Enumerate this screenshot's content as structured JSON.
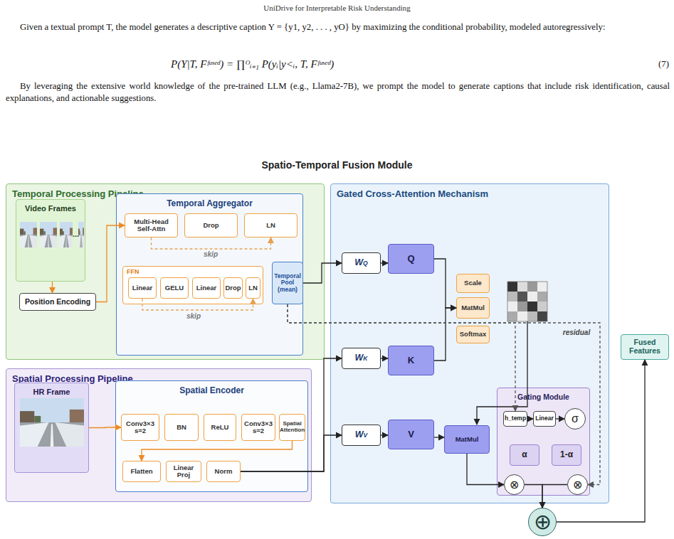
{
  "diagram": {
    "title": "Spatio-Temporal Fusion Module",
    "nodes": [
      {
        "text": [
          "Temporal Processing Pipeline"
        ]
      },
      {
        "text": [
          "Video Frames"
        ],
        "in": 0
      },
      {
        "text": [
          "Position Encoding"
        ],
        "in": 0
      },
      {
        "text": [
          "Temporal Aggregator"
        ],
        "in": 0
      },
      {
        "text": [
          "Multi-Head Self-Attn"
        ],
        "in": 3
      },
      {
        "text": [
          "Drop"
        ],
        "in": 3
      },
      {
        "text": [
          "LN"
        ],
        "in": 3
      },
      {
        "text": [
          "FFN"
        ],
        "in": 3
      },
      {
        "text": [
          "Linear"
        ],
        "in": 7
      },
      {
        "text": [
          "GELU"
        ],
        "in": 7
      },
      {
        "text": [
          "Linear"
        ],
        "in": 7
      },
      {
        "text": [
          "Drop"
        ],
        "in": 7
      },
      {
        "text": [
          "LN"
        ],
        "in": 7
      },
      {
        "text": [
          "Temporal Pool (mean)"
        ],
        "in": 3
      },
      {
        "text": [
          "Spatial Processing Pipeline"
        ]
      },
      {
        "text": [
          "HR Frame"
        ],
        "in": 14
      },
      {
        "text": [
          "Spatial Encoder"
        ],
        "in": 14
      },
      {
        "text": [
          "Conv3×3 s=2"
        ],
        "in": 16
      },
      {
        "text": [
          "BN"
        ],
        "in": 16
      },
      {
        "text": [
          "ReLU"
        ],
        "in": 16
      },
      {
        "text": [
          "Conv3×3 s=2"
        ],
        "in": 16
      },
      {
        "text": [
          "Spatial Attention"
        ],
        "in": 16
      },
      {
        "text": [
          "Flatten"
        ],
        "in": 16
      },
      {
        "text": [
          "Linear Proj"
        ],
        "in": 16
      },
      {
        "text": [
          "Norm"
        ],
        "in": 16
      },
      {
        "text": [
          "Gated Cross-Attention Mechanism"
        ]
      },
      {
        "text": [
          "WQ"
        ],
        "in": 25
      },
      {
        "text": [
          "Q"
        ],
        "in": 25
      },
      {
        "text": [
          "WK"
        ],
        "in": 25
      },
      {
        "text": [
          "K"
        ],
        "in": 25
      },
      {
        "text": [
          "WV"
        ],
        "in": 25
      },
      {
        "text": [
          "V"
        ],
        "in": 25
      },
      {
        "text": [
          "Scale"
        ],
        "in": 25
      },
      {
        "text": [
          "MatMul"
        ],
        "in": 25
      },
      {
        "text": [
          "Softmax"
        ],
        "in": 25
      },
      {
        "text": [
          "MatMul"
        ],
        "in": 25
      },
      {
        "text": [
          "Gating Module"
        ],
        "in": 25
      },
      {
        "text": [
          "h_temp"
        ],
        "in": 36
      },
      {
        "text": [
          "Linear"
        ],
        "in": 36
      },
      {
        "text": [
          "σ"
        ],
        "in": 36
      },
      {
        "text": [
          "α"
        ],
        "in": 36
      },
      {
        "text": [
          "1-α"
        ],
        "in": 36
      },
      {
        "text": [
          "⊗"
        ],
        "in": 36
      },
      {
        "text": [
          "⊗"
        ],
        "in": 36
      },
      {
        "text": [
          "⊕"
        ]
      },
      {
        "text": [
          "Fused Features"
        ]
      }
    ],
    "edges": [
      {
        "from": 1,
        "to": 2,
        "arrow": "to"
      },
      {
        "from": 2,
        "to": 4,
        "arrow": "to"
      },
      {
        "from": 4,
        "to": 6,
        "arrow": "to",
        "label": "skip"
      },
      {
        "from": 8,
        "to": 12,
        "arrow": "to",
        "label": "skip"
      },
      {
        "from": 13,
        "to": 26,
        "arrow": "to"
      },
      {
        "from": 15,
        "to": 17,
        "arrow": "to"
      },
      {
        "from": 21,
        "to": 22,
        "arrow": "to"
      },
      {
        "from": 24,
        "to": 28,
        "arrow": "to"
      },
      {
        "from": 24,
        "to": 30,
        "arrow": "to"
      },
      {
        "from": 26,
        "to": 27,
        "arrow": "to"
      },
      {
        "from": 28,
        "to": 29,
        "arrow": "to"
      },
      {
        "from": 30,
        "to": 31,
        "arrow": "to"
      },
      {
        "from": 27,
        "to": 33,
        "arrow": "to"
      },
      {
        "from": 29,
        "to": 33,
        "arrow": "to"
      },
      {
        "from": 31,
        "to": 35,
        "arrow": "to"
      },
      {
        "from": 13,
        "to": 37,
        "arrow": "to"
      },
      {
        "from": 13,
        "to": 43,
        "arrow": "to",
        "label": "residual"
      },
      {
        "from": 35,
        "to": 42,
        "arrow": "to"
      },
      {
        "from": 37,
        "to": 38,
        "arrow": "to"
      },
      {
        "from": 38,
        "to": 39,
        "arrow": "to"
      },
      {
        "from": 42,
        "to": 44,
        "arrow": "to"
      },
      {
        "from": 43,
        "to": 44,
        "arrow": "to"
      },
      {
        "from": 44,
        "to": 45,
        "arrow": "to"
      }
    ],
    "labels": [
      "UniDrive for Interpretable Risk Understanding",
      "Given a textual prompt T, the model generates a descriptive caption Y = {y1, y2, . . . , yO} by maximizing the conditional probability, modeled autoregressively:",
      "P(Y|T, Fᶠᵘˢᵉᵈ) = ∏ᴼᵢ₌₁ P(yᵢ|y<ᵢ, T, Fᶠᵘˢᵉᵈ)",
      "(7)",
      "By leveraging the extensive world knowledge of the pre-trained LLM (e.g., Llama2-7B), we prompt the model to generate captions that include risk identification, causal explanations, and actionable suggestions.",
      "..."
    ]
  }
}
